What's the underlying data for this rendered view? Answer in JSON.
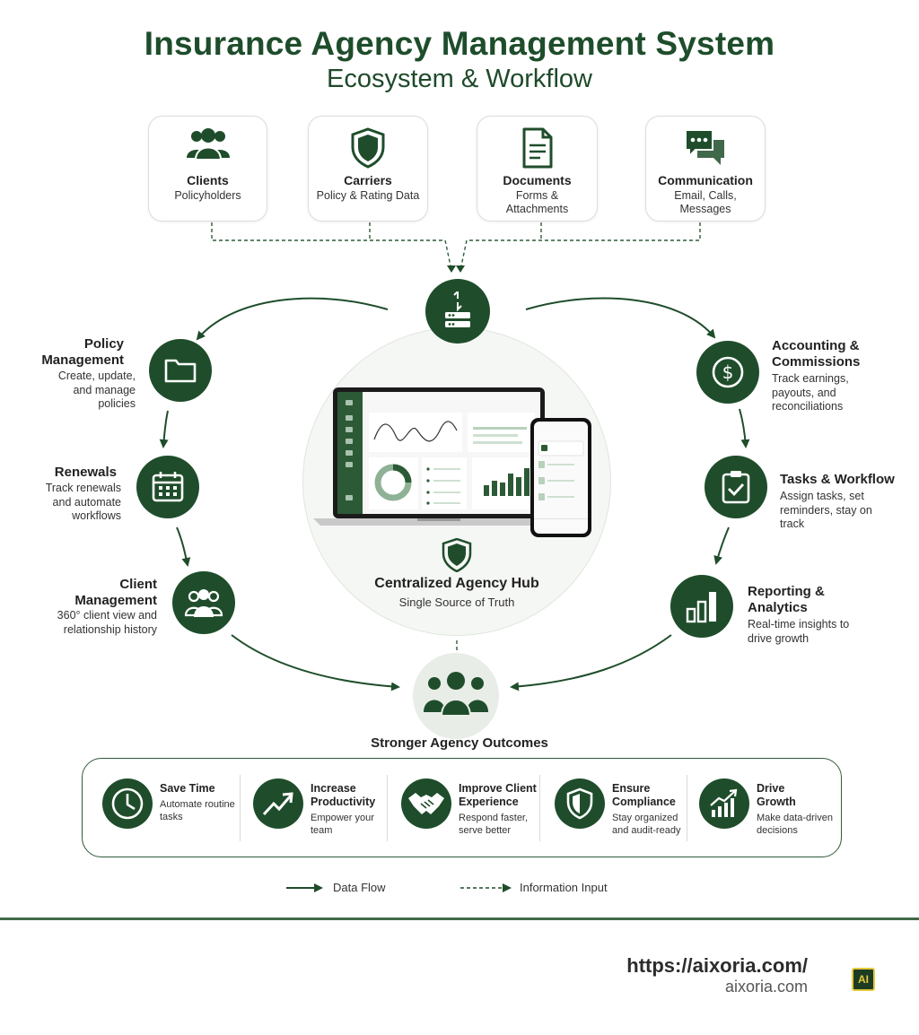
{
  "header": {
    "title": "Insurance Agency Management System",
    "subtitle": "Ecosystem & Workflow"
  },
  "sources": [
    {
      "title": "Clients",
      "desc": "Policyholders",
      "icon": "users-icon"
    },
    {
      "title": "Carriers",
      "desc": "Policy & Rating Data",
      "icon": "shield-icon"
    },
    {
      "title": "Documents",
      "desc": "Forms & Attachments",
      "icon": "document-icon"
    },
    {
      "title": "Communication",
      "desc": "Email, Calls, Messages",
      "icon": "chat-icon"
    }
  ],
  "modules": {
    "policy": {
      "title": "Policy Management",
      "desc": "Create, update, and manage policies",
      "icon": "folder-icon"
    },
    "renewals": {
      "title": "Renewals",
      "desc": "Track renewals and automate workflows",
      "icon": "calendar-icon"
    },
    "client": {
      "title": "Client Management",
      "desc": "360° client view and relationship history",
      "icon": "users-icon"
    },
    "accounting": {
      "title": "Accounting & Commissions",
      "desc": "Track earnings, payouts, and reconciliations",
      "icon": "dollar-icon"
    },
    "tasks": {
      "title": "Tasks & Workflow",
      "desc": "Assign tasks, set reminders, stay on track",
      "icon": "clipboard-check-icon"
    },
    "reporting": {
      "title": "Reporting & Analytics",
      "desc": "Real-time insights to drive growth",
      "icon": "bar-chart-icon"
    }
  },
  "hub": {
    "title": "Centralized Agency Hub",
    "subtitle": "Single Source of Truth",
    "icon": "server-sync-icon"
  },
  "outcome": {
    "title": "Stronger Agency Outcomes",
    "icon": "team-icon"
  },
  "benefits": [
    {
      "title": "Save Time",
      "desc": "Automate routine tasks",
      "icon": "clock-icon"
    },
    {
      "title": "Increase Productivity",
      "desc": "Empower your team",
      "icon": "trend-up-icon"
    },
    {
      "title": "Improve Client Experience",
      "desc": "Respond faster, serve better",
      "icon": "handshake-icon"
    },
    {
      "title": "Ensure Compliance",
      "desc": "Stay organized and audit-ready",
      "icon": "shield-icon"
    },
    {
      "title": "Drive Growth",
      "desc": "Make data-driven decisions",
      "icon": "growth-chart-icon"
    }
  ],
  "legend": {
    "data_flow": "Data Flow",
    "info_input": "Information Input"
  },
  "footer": {
    "url": "https://aixoria.com/",
    "domain": "aixoria.com",
    "badge": "AI"
  },
  "colors": {
    "primary": "#1f4d2b",
    "accent": "#2e5b39",
    "hub_bg": "#f5f7f4"
  }
}
